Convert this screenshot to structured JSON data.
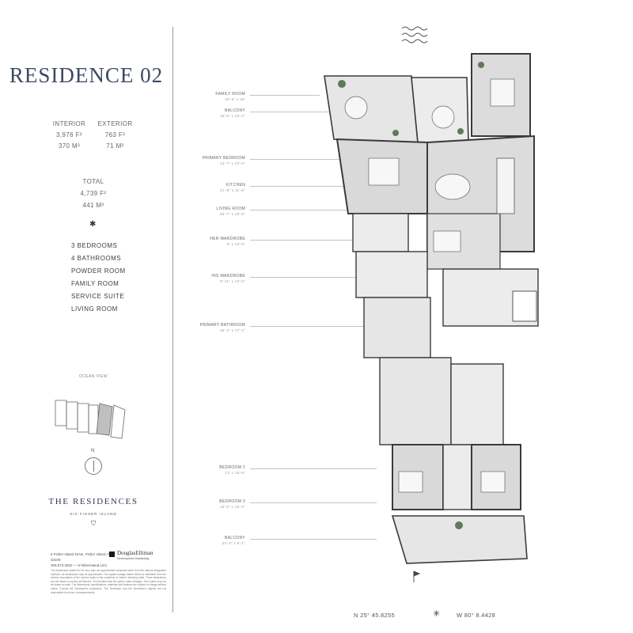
{
  "residence": {
    "title": "RESIDENCE 02",
    "interior": {
      "label": "INTERIOR",
      "sqft": "3,976 F²",
      "sqm": "370 M²"
    },
    "exterior": {
      "label": "EXTERIOR",
      "sqft": "763 F²",
      "sqm": "71 M²"
    },
    "total": {
      "label": "TOTAL",
      "sqft": "4,739 F²",
      "sqm": "441 M²"
    },
    "features": [
      "3 BEDROOMS",
      "4 BATHROOMS",
      "POWDER ROOM",
      "FAMILY ROOM",
      "SERVICE SUITE",
      "LIVING ROOM"
    ]
  },
  "keyplan": {
    "ocean_label": "OCEAN VIEW",
    "north_label": "N"
  },
  "brand": {
    "name": "THE RESIDENCES",
    "sub": "SIX FISHER ISLAND",
    "icon": "shield-icon"
  },
  "contact": {
    "address": "6 Fisher Island Drive, Fisher Island, FL 33109",
    "phone_web": "305.873.3832 — 6-fisherisland.com",
    "logo_line1": "DouglasElliman",
    "logo_line2": "Development Marketing"
  },
  "disclaimer": "The dimensions stated for the floor plan are approximate measures taken from the various designated surfaces. All dimensions may be approximate. The square footage stated herein is estimated from the exterior boundaries of the exterior walls to the centerline of interior demising walls. These illustrations are not meant to convey all features. The architect has the right to make changes. Floor plans may not be drawn to scale. The dimensions, specifications, materials and features are subject to change without notice. Consult the Developer's prospectus. The Developer and the Developer's Agents are not responsible for errors in measurements.",
  "rooms": [
    {
      "name": "FAMILY ROOM",
      "dim": "18'-6\" x 20'"
    },
    {
      "name": "BALCONY",
      "dim": "15'-6\" x 43'-2\""
    },
    {
      "name": "PRIMARY BEDROOM",
      "dim": "14'-7\" x 23'-6\""
    },
    {
      "name": "KITCHEN",
      "dim": "21'-6\" x 11'-6\""
    },
    {
      "name": "LIVING ROOM",
      "dim": "30'-7\" x 18'-6\""
    },
    {
      "name": "HER WARDROBE",
      "dim": "9' x 13'-8\""
    },
    {
      "name": "HIS WARDROBE",
      "dim": "9'-11\" x 13'-6\""
    },
    {
      "name": "PRIMARY BATHROOM",
      "dim": "15'-4\" x 17'-2\""
    },
    {
      "name": "BEDROOM 2",
      "dim": "13' x 16'-8\""
    },
    {
      "name": "BEDROOM 3",
      "dim": "13'-6\" x 16'-0\""
    },
    {
      "name": "BALCONY",
      "dim": "33'-3\" x 8'-1\""
    }
  ],
  "coordinates": {
    "lat": "N 25° 45.8255",
    "lon": "W 80° 8.4428"
  },
  "colors": {
    "title": "#3c4a63",
    "floor": "#d9d9d9",
    "plant": "#5f7a5a",
    "wall": "#3a3a3a"
  }
}
